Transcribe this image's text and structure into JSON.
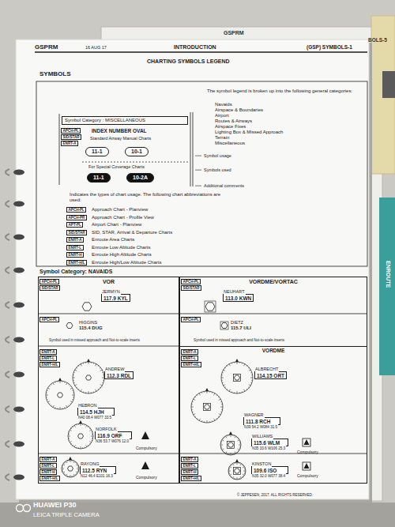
{
  "diagram": {
    "title": "CHARTING SYMBOLS LEGEND",
    "nodes": [
      {
        "text": [
          "Symbol Category : MISCELLANEOUS"
        ]
      },
      {
        "text": [
          "APCH-PL"
        ]
      },
      {
        "text": [
          "SID/STAR"
        ]
      },
      {
        "text": [
          "ENRT-A"
        ]
      },
      {
        "text": [
          "11-1"
        ]
      },
      {
        "text": [
          "10-1"
        ]
      },
      {
        "text": [
          "11-1"
        ]
      },
      {
        "text": [
          "10-2A"
        ]
      },
      {
        "text": [
          "APCH-PL"
        ]
      },
      {
        "text": [
          "APCH-PR"
        ]
      },
      {
        "text": [
          "APT-PL"
        ]
      },
      {
        "text": [
          "SID/STAR"
        ]
      },
      {
        "text": [
          "ENRT-A"
        ]
      },
      {
        "text": [
          "ENRT-L"
        ]
      },
      {
        "text": [
          "ENRT-H"
        ]
      },
      {
        "text": [
          "ENRT-H/L"
        ]
      },
      {
        "text": [
          "VOR"
        ]
      },
      {
        "text": [
          "APCH-PL"
        ],
        "in": 16
      },
      {
        "text": [
          "SID/STAR"
        ],
        "in": 16
      },
      {
        "text": [
          "JERMYN",
          "117.9 KYL"
        ],
        "in": 16
      },
      {
        "text": [
          "APCH-PL"
        ],
        "in": 16
      },
      {
        "text": [
          "ENRT-A"
        ],
        "in": 16
      },
      {
        "text": [
          "ENRT-L"
        ],
        "in": 16
      },
      {
        "text": [
          "ENRT-H/L"
        ],
        "in": 16
      },
      {
        "text": [
          "ANDREW",
          "112.3 RDL"
        ],
        "in": 16
      },
      {
        "text": [
          "HEBRON",
          "114.5 HJH",
          "N40 08.4 W077 33.5"
        ],
        "in": 16
      },
      {
        "text": [
          "NORFOLK",
          "116.9 ORF",
          "N36 53.7 W076 12.0"
        ],
        "in": 16
      },
      {
        "text": [
          "ENRT-A"
        ],
        "in": 16
      },
      {
        "text": [
          "ENRT-L"
        ],
        "in": 16
      },
      {
        "text": [
          "ENRT-H"
        ],
        "in": 16
      },
      {
        "text": [
          "ENRT-H/L"
        ],
        "in": 16
      },
      {
        "text": [
          "RAYONG",
          "112.5 RYN",
          "N12 46.4 E101 16.3"
        ],
        "in": 16
      },
      {
        "text": [
          "VORDME/VORTAC"
        ]
      },
      {
        "text": [
          "APCH-PL"
        ],
        "in": 32
      },
      {
        "text": [
          "SID/STAR"
        ],
        "in": 32
      },
      {
        "text": [
          "NEUHART",
          "113.0 KWN"
        ],
        "in": 32
      },
      {
        "text": [
          "APCH-PL"
        ],
        "in": 32
      },
      {
        "text": [
          "VORDME"
        ],
        "in": 32
      },
      {
        "text": [
          "ENRT-A"
        ],
        "in": 37
      },
      {
        "text": [
          "ENRT-L"
        ],
        "in": 37
      },
      {
        "text": [
          "ENRT-H/L"
        ],
        "in": 37
      },
      {
        "text": [
          "ALBRECHT",
          "114.15 ORT"
        ],
        "in": 37
      },
      {
        "text": [
          "WAGNER",
          "111.8 RCH",
          "N39 54.2 W084 31.5"
        ],
        "in": 37
      },
      {
        "text": [
          "WILLIAMS",
          "115.6 WLM",
          "N35 33.6 W106 25.3"
        ],
        "in": 37
      },
      {
        "text": [
          "ENRT-A"
        ],
        "in": 37
      },
      {
        "text": [
          "ENRT-L"
        ],
        "in": 37
      },
      {
        "text": [
          "ENRT-H"
        ],
        "in": 37
      },
      {
        "text": [
          "ENRT-H/L"
        ],
        "in": 37
      },
      {
        "text": [
          "KINSTON",
          "109.6 ISO",
          "N35 32.0 W077 38.4"
        ],
        "in": 37
      }
    ],
    "labels": [
      "GSPRM",
      "BOLS-5",
      "GSPRM",
      "16 AUG 17",
      "INTRODUCTION",
      "(GSP) SYMBOLS-1",
      "SYMBOLS",
      "INDEX NUMBER OVAL",
      "Standard Airway Manual Charts",
      "For Special Coverage Charts",
      "The symbol legend is broken up into the following general categories:",
      "Navaids",
      "Airspace & Boundaries",
      "Airport",
      "Routes & Airways",
      "Airspace Fixes",
      "Lighting Box & Missed Approach",
      "Terrain",
      "Miscellaneous",
      "Symbol usage",
      "Symbols used",
      "Additional comments",
      "Indicates the types of chart usage. The following chart abbreviations are used:",
      "Approach Chart - Planview",
      "Approach Chart - Profile View",
      "Airport Chart - Planview",
      "SID, STAR, Arrival & Departure Charts",
      "Enroute Area Charts",
      "Enroute Low Altitude Charts",
      "Enroute High Altitude Charts",
      "Enroute High/Low Altitude Charts",
      "Symbol Category: NAVAIDS",
      "HIGGINS",
      "115.4 DUG",
      "Symbol used in missed approach and Not-to-scale inserts",
      "Compulsory",
      "Compulsory",
      "DIETZ",
      "115.7 ULI",
      "Symbol used in missed approach and Not-to-scale inserts",
      "Compulsory",
      "Compulsory",
      "© JEPPESEN, 2017. ALL RIGHTS RESERVED.",
      "ENROUTE",
      "HUAWEI P30",
      "LEICA TRIPLE CAMERA"
    ]
  }
}
